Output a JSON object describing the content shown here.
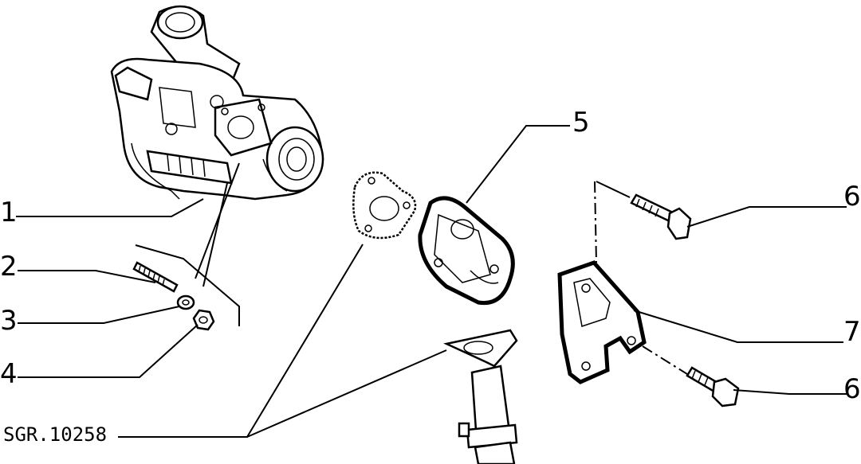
{
  "drawing_code": "SGR.10258",
  "callouts": {
    "c1": "1",
    "c2": "2",
    "c3": "3",
    "c4": "4",
    "c5": "5",
    "c6a": "6",
    "c6b": "6",
    "c7": "7"
  },
  "parts": [
    "turbocharger",
    "stud",
    "washer",
    "nut",
    "gasket",
    "elbow-flange",
    "bolt",
    "heat-shield",
    "exhaust-pipe"
  ]
}
